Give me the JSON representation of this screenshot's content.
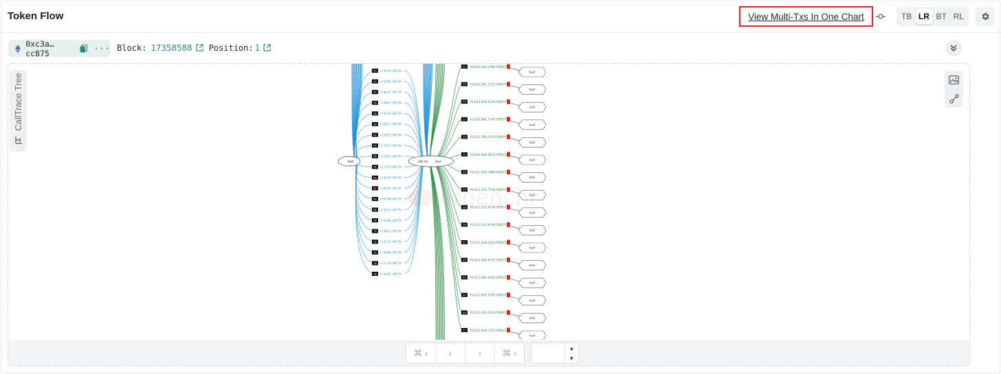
{
  "header": {
    "title": "Token Flow",
    "multi_tx_link": "View Multi-Txs In One Chart",
    "layout_options": [
      "TB",
      "LR",
      "BT",
      "RL"
    ],
    "active_layout": "LR"
  },
  "tx_info": {
    "address": "0xc3a…cc875",
    "block_label": "Block:",
    "block_value": "17358588",
    "position_label": "Position:",
    "position_value": "1"
  },
  "sidebar": {
    "calltrace_label": "CallTrace Tree"
  },
  "watermark": {
    "text": "ergenchi"
  },
  "graph": {
    "left_node_label": "leaf",
    "center_node_label": "leaf",
    "center_node_prefix": "UNI-V2",
    "left_edges": [
      {
        "idx": "40",
        "label": "1.9376 WETH"
      },
      {
        "idx": "42",
        "label": "1.9292 WETH"
      },
      {
        "idx": "44",
        "label": "1.9637 WETH"
      },
      {
        "idx": "46",
        "label": "1.9867 WETH"
      },
      {
        "idx": "48",
        "label": "1.9174 WETH"
      },
      {
        "idx": "50",
        "label": "1.8952 WETH"
      },
      {
        "idx": "52",
        "label": "1.8763 WETH"
      },
      {
        "idx": "54",
        "label": "1.7272 WETH"
      },
      {
        "idx": "56",
        "label": "1.7497 WETH"
      },
      {
        "idx": "58",
        "label": "1.7713 WETH"
      },
      {
        "idx": "60",
        "label": "1.8047 WETH"
      },
      {
        "idx": "62",
        "label": "1.8291 WETH"
      },
      {
        "idx": "64",
        "label": "1.8796 WETH"
      },
      {
        "idx": "66",
        "label": "1.9017 WETH"
      },
      {
        "idx": "68",
        "label": "1.9486 WETH"
      },
      {
        "idx": "70",
        "label": "1.9872 WETH"
      },
      {
        "idx": "72",
        "label": "2.0270 WETH"
      },
      {
        "idx": "74",
        "label": "2.0686 WETH"
      },
      {
        "idx": "76",
        "label": "2.1154 WETH"
      },
      {
        "idx": "78",
        "label": "1.9405 WETH"
      }
    ],
    "right_edges": [
      {
        "idx": "21",
        "label": "70,610,284.1596 PEKOT"
      },
      {
        "idx": "23",
        "label": "70,610,441.7221 PEKOT"
      },
      {
        "idx": "25",
        "label": "70,610,569.9246 PEKOT"
      },
      {
        "idx": "27",
        "label": "70,610,681.7743 PEKOT"
      },
      {
        "idx": "29",
        "label": "70,610,784.3430 PEKOT"
      },
      {
        "idx": "31",
        "label": "70,610,898.6634 PEKOT"
      },
      {
        "idx": "33",
        "label": "70,611,004.7869 PEKOT"
      },
      {
        "idx": "35",
        "label": "70,611,112.7536 PEKOT"
      },
      {
        "idx": "37",
        "label": "70,611,222.6144 PEKOT"
      },
      {
        "idx": "39",
        "label": "70,611,334.9196 PEKOT"
      },
      {
        "idx": "41",
        "label": "70,611,448.2214 PEKOT"
      },
      {
        "idx": "43",
        "label": "70,611,564.0727 PEKOT"
      },
      {
        "idx": "45",
        "label": "70,611,682.0324 PEKOT"
      },
      {
        "idx": "47",
        "label": "70,611,802.1591 PEKOT"
      },
      {
        "idx": "49",
        "label": "70,611,924.5031 PEKOT"
      },
      {
        "idx": "51",
        "label": "70,612,049.1371 PEKOT"
      }
    ]
  },
  "colors": {
    "accent": "#2f8a7f",
    "highlight_border": "#e0231b",
    "weth_edge": "#3aa0de",
    "pekot_edge": "#2e8b47"
  }
}
